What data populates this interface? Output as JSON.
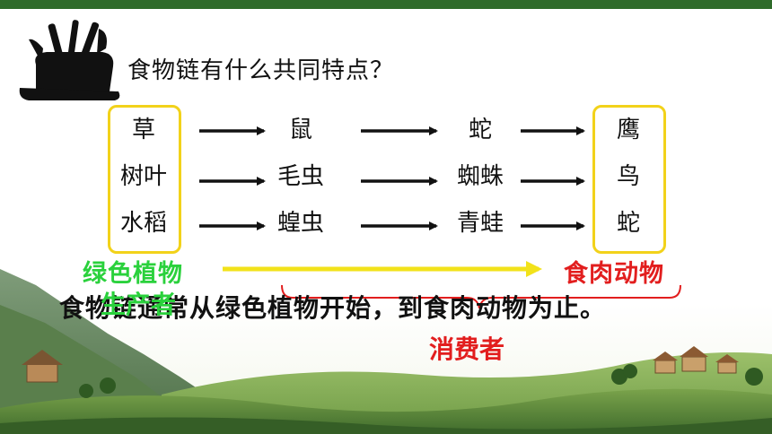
{
  "title": "食物链有什么共同特点？",
  "chains": [
    [
      "草",
      "鼠",
      "蛇",
      "鹰"
    ],
    [
      "树叶",
      "毛虫",
      "蜘蛛",
      "鸟"
    ],
    [
      "水稻",
      "蝗虫",
      "青蛙",
      "蛇"
    ]
  ],
  "labels": {
    "green_plants": "绿色植物",
    "carnivores": "食肉动物",
    "producer": "生产者",
    "consumer": "消费者"
  },
  "summary": "食物链通常从绿色植物开始，到食肉动物为止。",
  "colors": {
    "highlight_box": "#f2d21a",
    "green": "#2ad13c",
    "red": "#e21e1e",
    "arrow": "#111111"
  },
  "icons": [
    "school-supplies-silhouette-icon"
  ]
}
